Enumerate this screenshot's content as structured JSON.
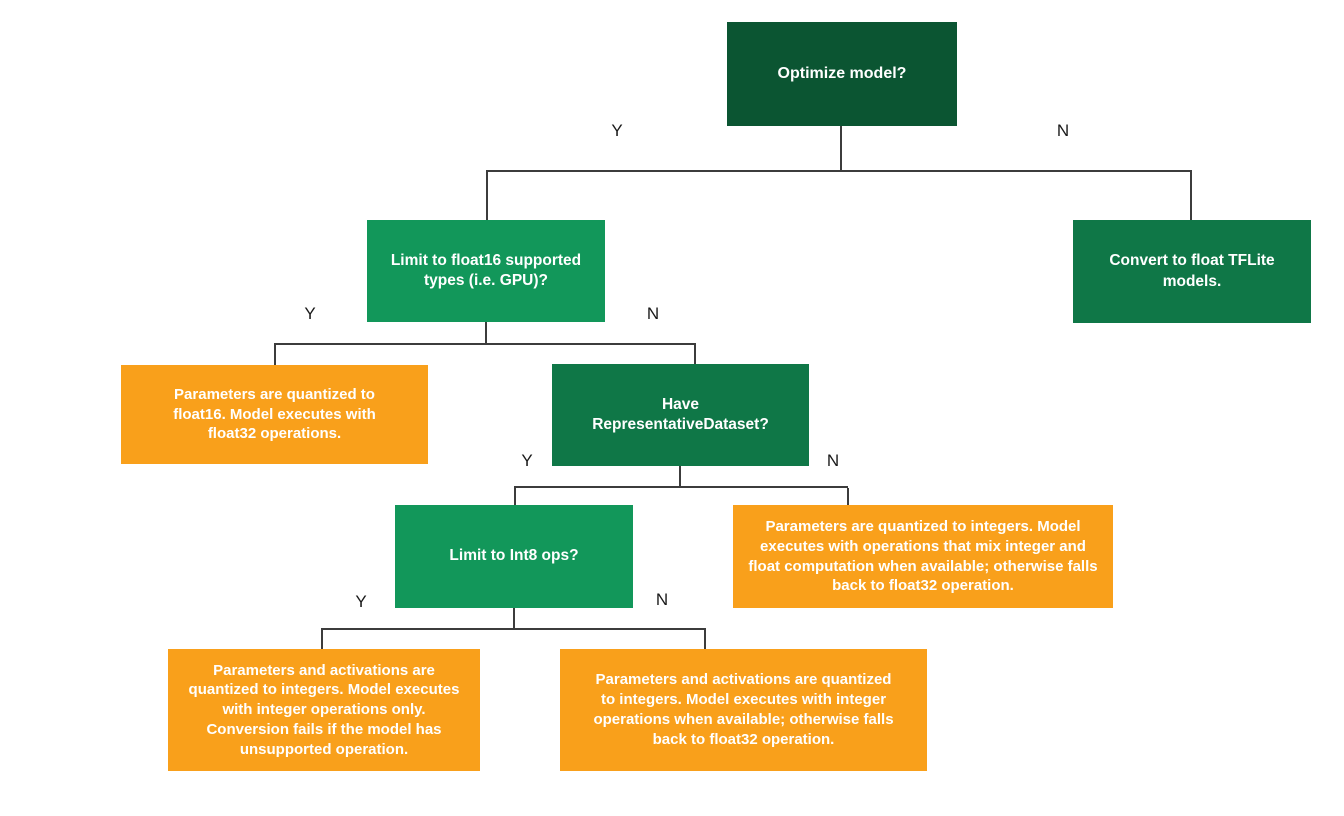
{
  "diagram": {
    "type": "decision-flowchart",
    "topic": "TFLite model optimization decision tree",
    "colors": {
      "background": "#ffffff",
      "dark_green": "#0b5532",
      "mid_green": "#0f7747",
      "bright_green": "#12975a",
      "orange": "#f9a01b",
      "line": "#3c3c3c",
      "node_text": "#ffffff",
      "edge_label_text": "#1a1a1a"
    },
    "nodes": [
      {
        "id": "optimize",
        "type": "decision",
        "color": "dark_green",
        "label": "Optimize model?"
      },
      {
        "id": "limit-float16",
        "type": "decision",
        "color": "bright_green",
        "label": "Limit to float16 supported types (i.e. GPU)?"
      },
      {
        "id": "convert-float-tflite",
        "type": "result",
        "color": "mid_green",
        "label": "Convert to float TFLite models."
      },
      {
        "id": "float16-result",
        "type": "result",
        "color": "orange",
        "label": "Parameters are quantized to float16. Model executes with float32 operations."
      },
      {
        "id": "have-representative-dataset",
        "type": "decision",
        "color": "mid_green",
        "label": "Have RepresentativeDataset?"
      },
      {
        "id": "mixed-int-float-result",
        "type": "result",
        "color": "orange",
        "label": "Parameters are quantized to integers. Model executes with operations that mix integer and float computation when available; otherwise falls back to float32 operation."
      },
      {
        "id": "limit-int8",
        "type": "decision",
        "color": "bright_green",
        "label": "Limit to Int8 ops?"
      },
      {
        "id": "int8-only-result",
        "type": "result",
        "color": "orange",
        "label": "Parameters and activations are quantized to integers. Model executes with integer operations only. Conversion fails if the model has unsupported operation."
      },
      {
        "id": "int8-fallback-result",
        "type": "result",
        "color": "orange",
        "label": "Parameters and activations are quantized to integers. Model executes with integer operations when available; otherwise falls back to float32 operation."
      }
    ],
    "edges": [
      {
        "from": "optimize",
        "to": "limit-float16",
        "label": "Y"
      },
      {
        "from": "optimize",
        "to": "convert-float-tflite",
        "label": "N"
      },
      {
        "from": "limit-float16",
        "to": "float16-result",
        "label": "Y"
      },
      {
        "from": "limit-float16",
        "to": "have-representative-dataset",
        "label": "N"
      },
      {
        "from": "have-representative-dataset",
        "to": "limit-int8",
        "label": "Y"
      },
      {
        "from": "have-representative-dataset",
        "to": "mixed-int-float-result",
        "label": "N"
      },
      {
        "from": "limit-int8",
        "to": "int8-only-result",
        "label": "Y"
      },
      {
        "from": "limit-int8",
        "to": "int8-fallback-result",
        "label": "N"
      }
    ]
  }
}
